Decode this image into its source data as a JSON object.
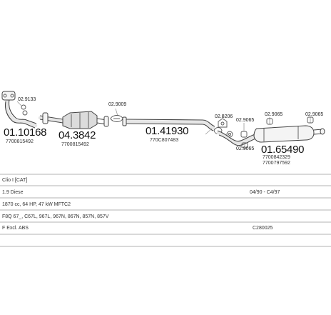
{
  "parts": {
    "p1": {
      "number": "01.10168",
      "oem": "7700815492"
    },
    "p2": {
      "number": "04.3842",
      "oem": "7700815492"
    },
    "p3": {
      "number": "01.41930",
      "oem": "770C807483"
    },
    "p4": {
      "number": "01.65490",
      "oem1": "7700842329",
      "oem2": "7700797592"
    }
  },
  "hardware": {
    "h1": "02.9133",
    "h2": "02.9009",
    "h3": "02.8206",
    "h4": "02.9065",
    "h5": "02.9065",
    "h6": "02.9065",
    "h7": "02.9065"
  },
  "specs": {
    "model": "Clio I [CAT]",
    "engine": "1.9 Diese",
    "years": "04/90 - C4/97",
    "power": "1870 cc, 64 HP, 47 kW MFTC2",
    "codes": "F8Q 67_, C67L, 967L, 967N, 867N, 857N, 857V",
    "excl": "F Excl. ABS",
    "catalog": "C280025"
  }
}
